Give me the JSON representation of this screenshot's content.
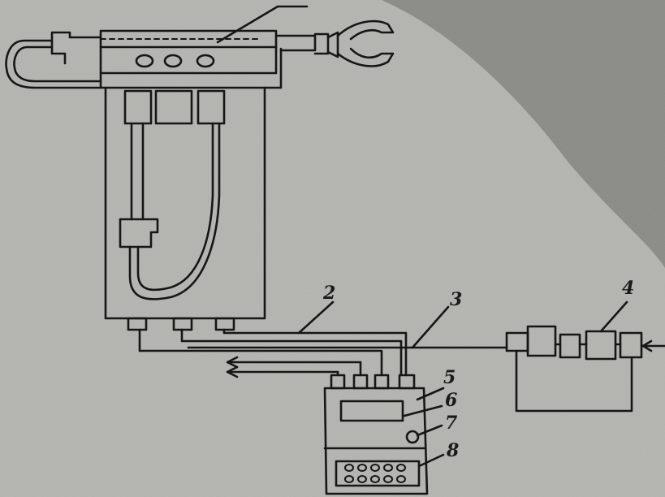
{
  "figure": {
    "callouts": [
      {
        "id": "lead-top",
        "text": ""
      },
      {
        "id": "2",
        "text": "2"
      },
      {
        "id": "3",
        "text": "3"
      },
      {
        "id": "4",
        "text": "4"
      },
      {
        "id": "5",
        "text": "5"
      },
      {
        "id": "6",
        "text": "6"
      },
      {
        "id": "7",
        "text": "7"
      },
      {
        "id": "8",
        "text": "8"
      }
    ],
    "colors": {
      "paper_light": "#b4b4b0",
      "paper_dark": "#8a8a86",
      "ink": "#161616"
    }
  }
}
